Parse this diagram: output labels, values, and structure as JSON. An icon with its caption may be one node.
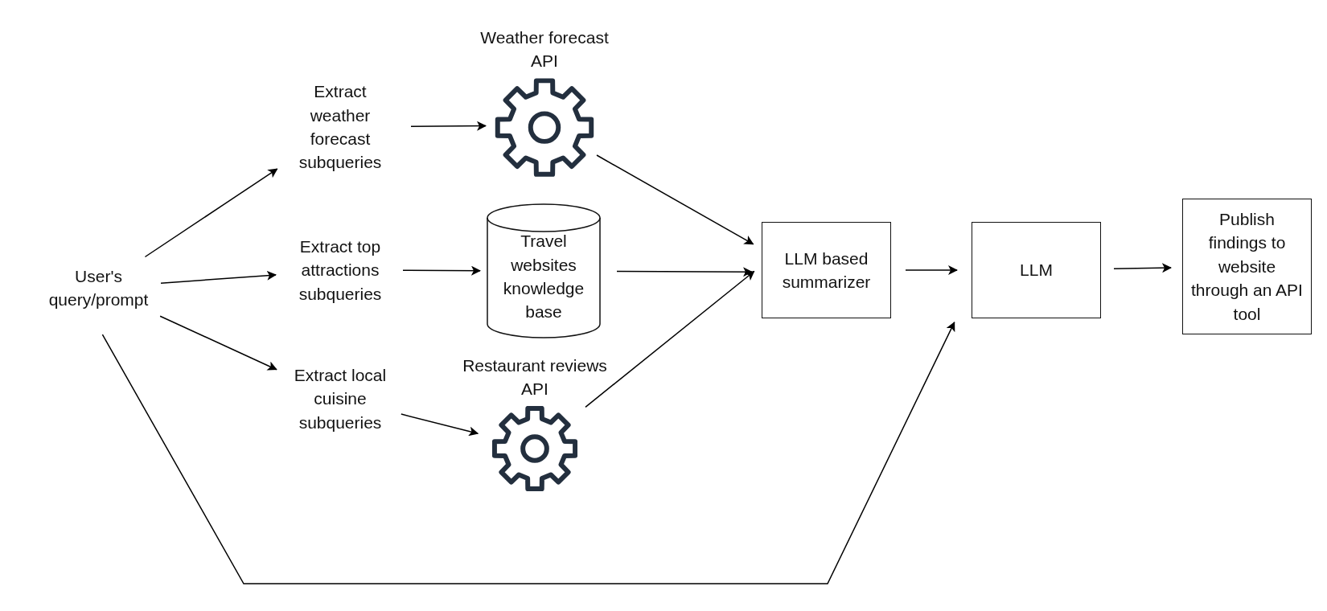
{
  "diagram": {
    "nodes": [
      {
        "text": [
          "User's query/prompt"
        ]
      },
      {
        "text": [
          "Extract weather forecast subqueries"
        ]
      },
      {
        "text": [
          "Extract top attractions subqueries"
        ]
      },
      {
        "text": [
          "Extract local cuisine subqueries"
        ]
      },
      {
        "text": [
          "Weather forecast API"
        ]
      },
      {
        "text": [
          "Travel websites knowledge base"
        ]
      },
      {
        "text": [
          "Restaurant reviews API"
        ]
      },
      {
        "text": [
          "LLM based summarizer"
        ]
      },
      {
        "text": [
          "LLM"
        ]
      },
      {
        "text": [
          "Publish findings to website through an API tool"
        ]
      }
    ],
    "edges": [
      {
        "from": 0,
        "to": 1,
        "arrow": "to"
      },
      {
        "from": 0,
        "to": 2,
        "arrow": "to"
      },
      {
        "from": 0,
        "to": 3,
        "arrow": "to"
      },
      {
        "from": 1,
        "to": 4,
        "arrow": "to"
      },
      {
        "from": 2,
        "to": 5,
        "arrow": "to"
      },
      {
        "from": 3,
        "to": 6,
        "arrow": "to"
      },
      {
        "from": 4,
        "to": 7,
        "arrow": "to"
      },
      {
        "from": 5,
        "to": 7,
        "arrow": "to"
      },
      {
        "from": 6,
        "to": 7,
        "arrow": "to"
      },
      {
        "from": 7,
        "to": 8,
        "arrow": "to"
      },
      {
        "from": 8,
        "to": 9,
        "arrow": "to"
      },
      {
        "from": 0,
        "to": 8,
        "arrow": "to"
      }
    ]
  }
}
